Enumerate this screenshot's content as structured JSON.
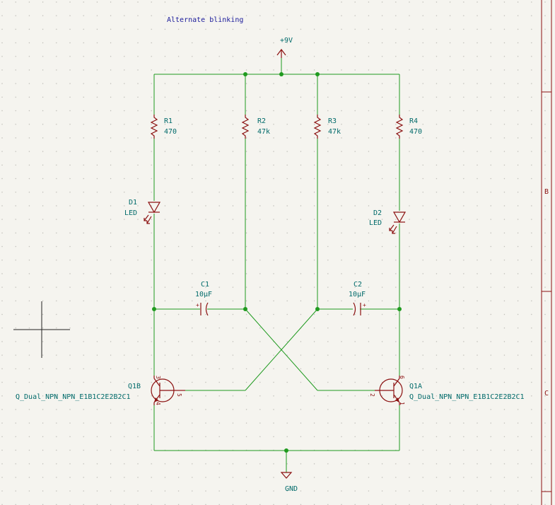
{
  "title_note": "Alternate blinking",
  "power": {
    "vcc": "+9V",
    "gnd": "GND"
  },
  "components": {
    "R1": {
      "ref": "R1",
      "value": "470"
    },
    "R2": {
      "ref": "R2",
      "value": "47k"
    },
    "R3": {
      "ref": "R3",
      "value": "47k"
    },
    "R4": {
      "ref": "R4",
      "value": "470"
    },
    "D1": {
      "ref": "D1",
      "value": "LED"
    },
    "D2": {
      "ref": "D2",
      "value": "LED"
    },
    "C1": {
      "ref": "C1",
      "value": "10µF",
      "polarity": "+"
    },
    "C2": {
      "ref": "C2",
      "value": "10µF",
      "polarity": "+"
    },
    "Q1B": {
      "ref": "Q1B",
      "value": "Q_Dual_NPN_NPN_E1B1C2E2B2C1",
      "pins": [
        "3",
        "5",
        "4"
      ]
    },
    "Q1A": {
      "ref": "Q1A",
      "value": "Q_Dual_NPN_NPN_E1B1C2E2B2C1",
      "pins": [
        "6",
        "2",
        "1"
      ]
    }
  },
  "border": {
    "row_labels": [
      "B",
      "C"
    ]
  },
  "colors": {
    "background": "#f5f4ef",
    "wire": "#1f9a1f",
    "symbol": "#8b1010",
    "reference_text": "#006a6a",
    "note_text": "#1a1a9a"
  }
}
